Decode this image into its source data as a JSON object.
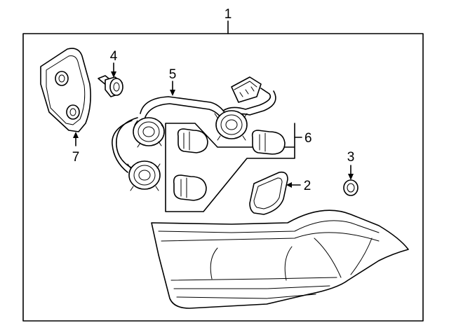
{
  "diagram": {
    "callouts": {
      "assembly": "1",
      "lens_gasket": "2",
      "washer": "3",
      "bolt": "4",
      "socket_wiring": "5",
      "bulbs": "6",
      "bracket": "7"
    }
  }
}
